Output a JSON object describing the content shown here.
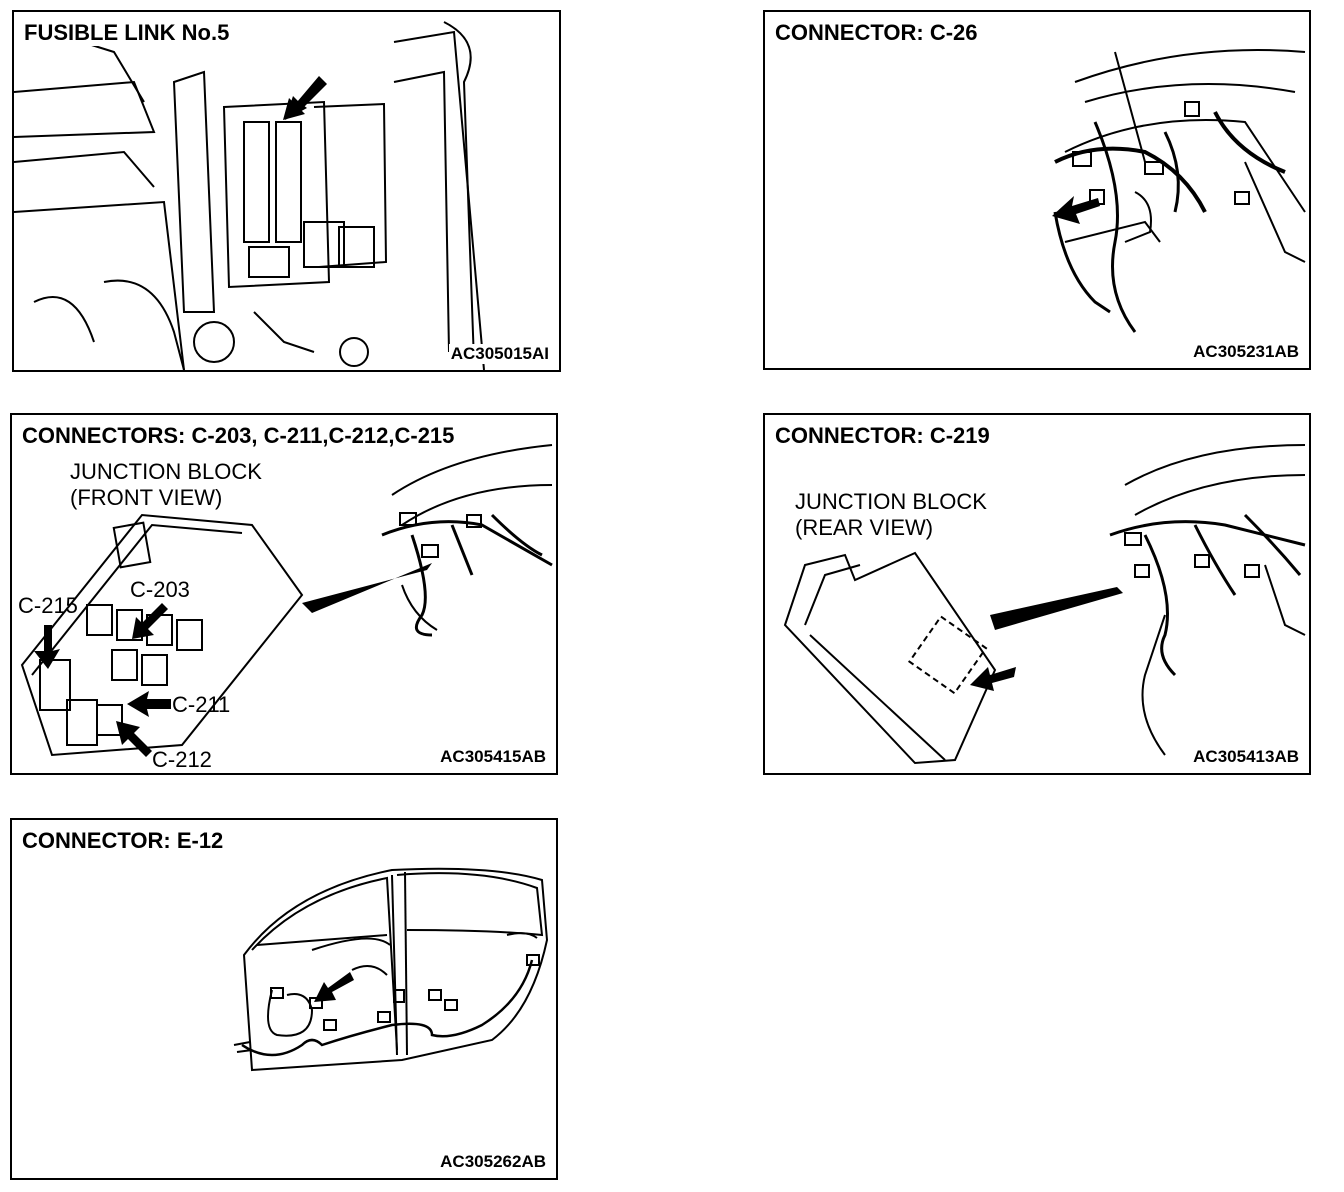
{
  "panels": [
    {
      "title": "FUSIBLE LINK No.5",
      "code": "AC305015AI"
    },
    {
      "title": "CONNECTOR: C-26",
      "code": "AC305231AB"
    },
    {
      "title": "CONNECTORS: C-203, C-211,C-212,C-215",
      "code": "AC305415AB",
      "view_line1": "JUNCTION BLOCK",
      "view_line2": "(FRONT VIEW)",
      "callouts": [
        "C-215",
        "C-203",
        "C-211",
        "C-212"
      ]
    },
    {
      "title": "CONNECTOR: C-219",
      "code": "AC305413AB",
      "view_line1": "JUNCTION BLOCK",
      "view_line2": "(REAR VIEW)"
    },
    {
      "title": "CONNECTOR: E-12",
      "code": "AC305262AB"
    }
  ],
  "icons": [
    "arrow-icon"
  ]
}
